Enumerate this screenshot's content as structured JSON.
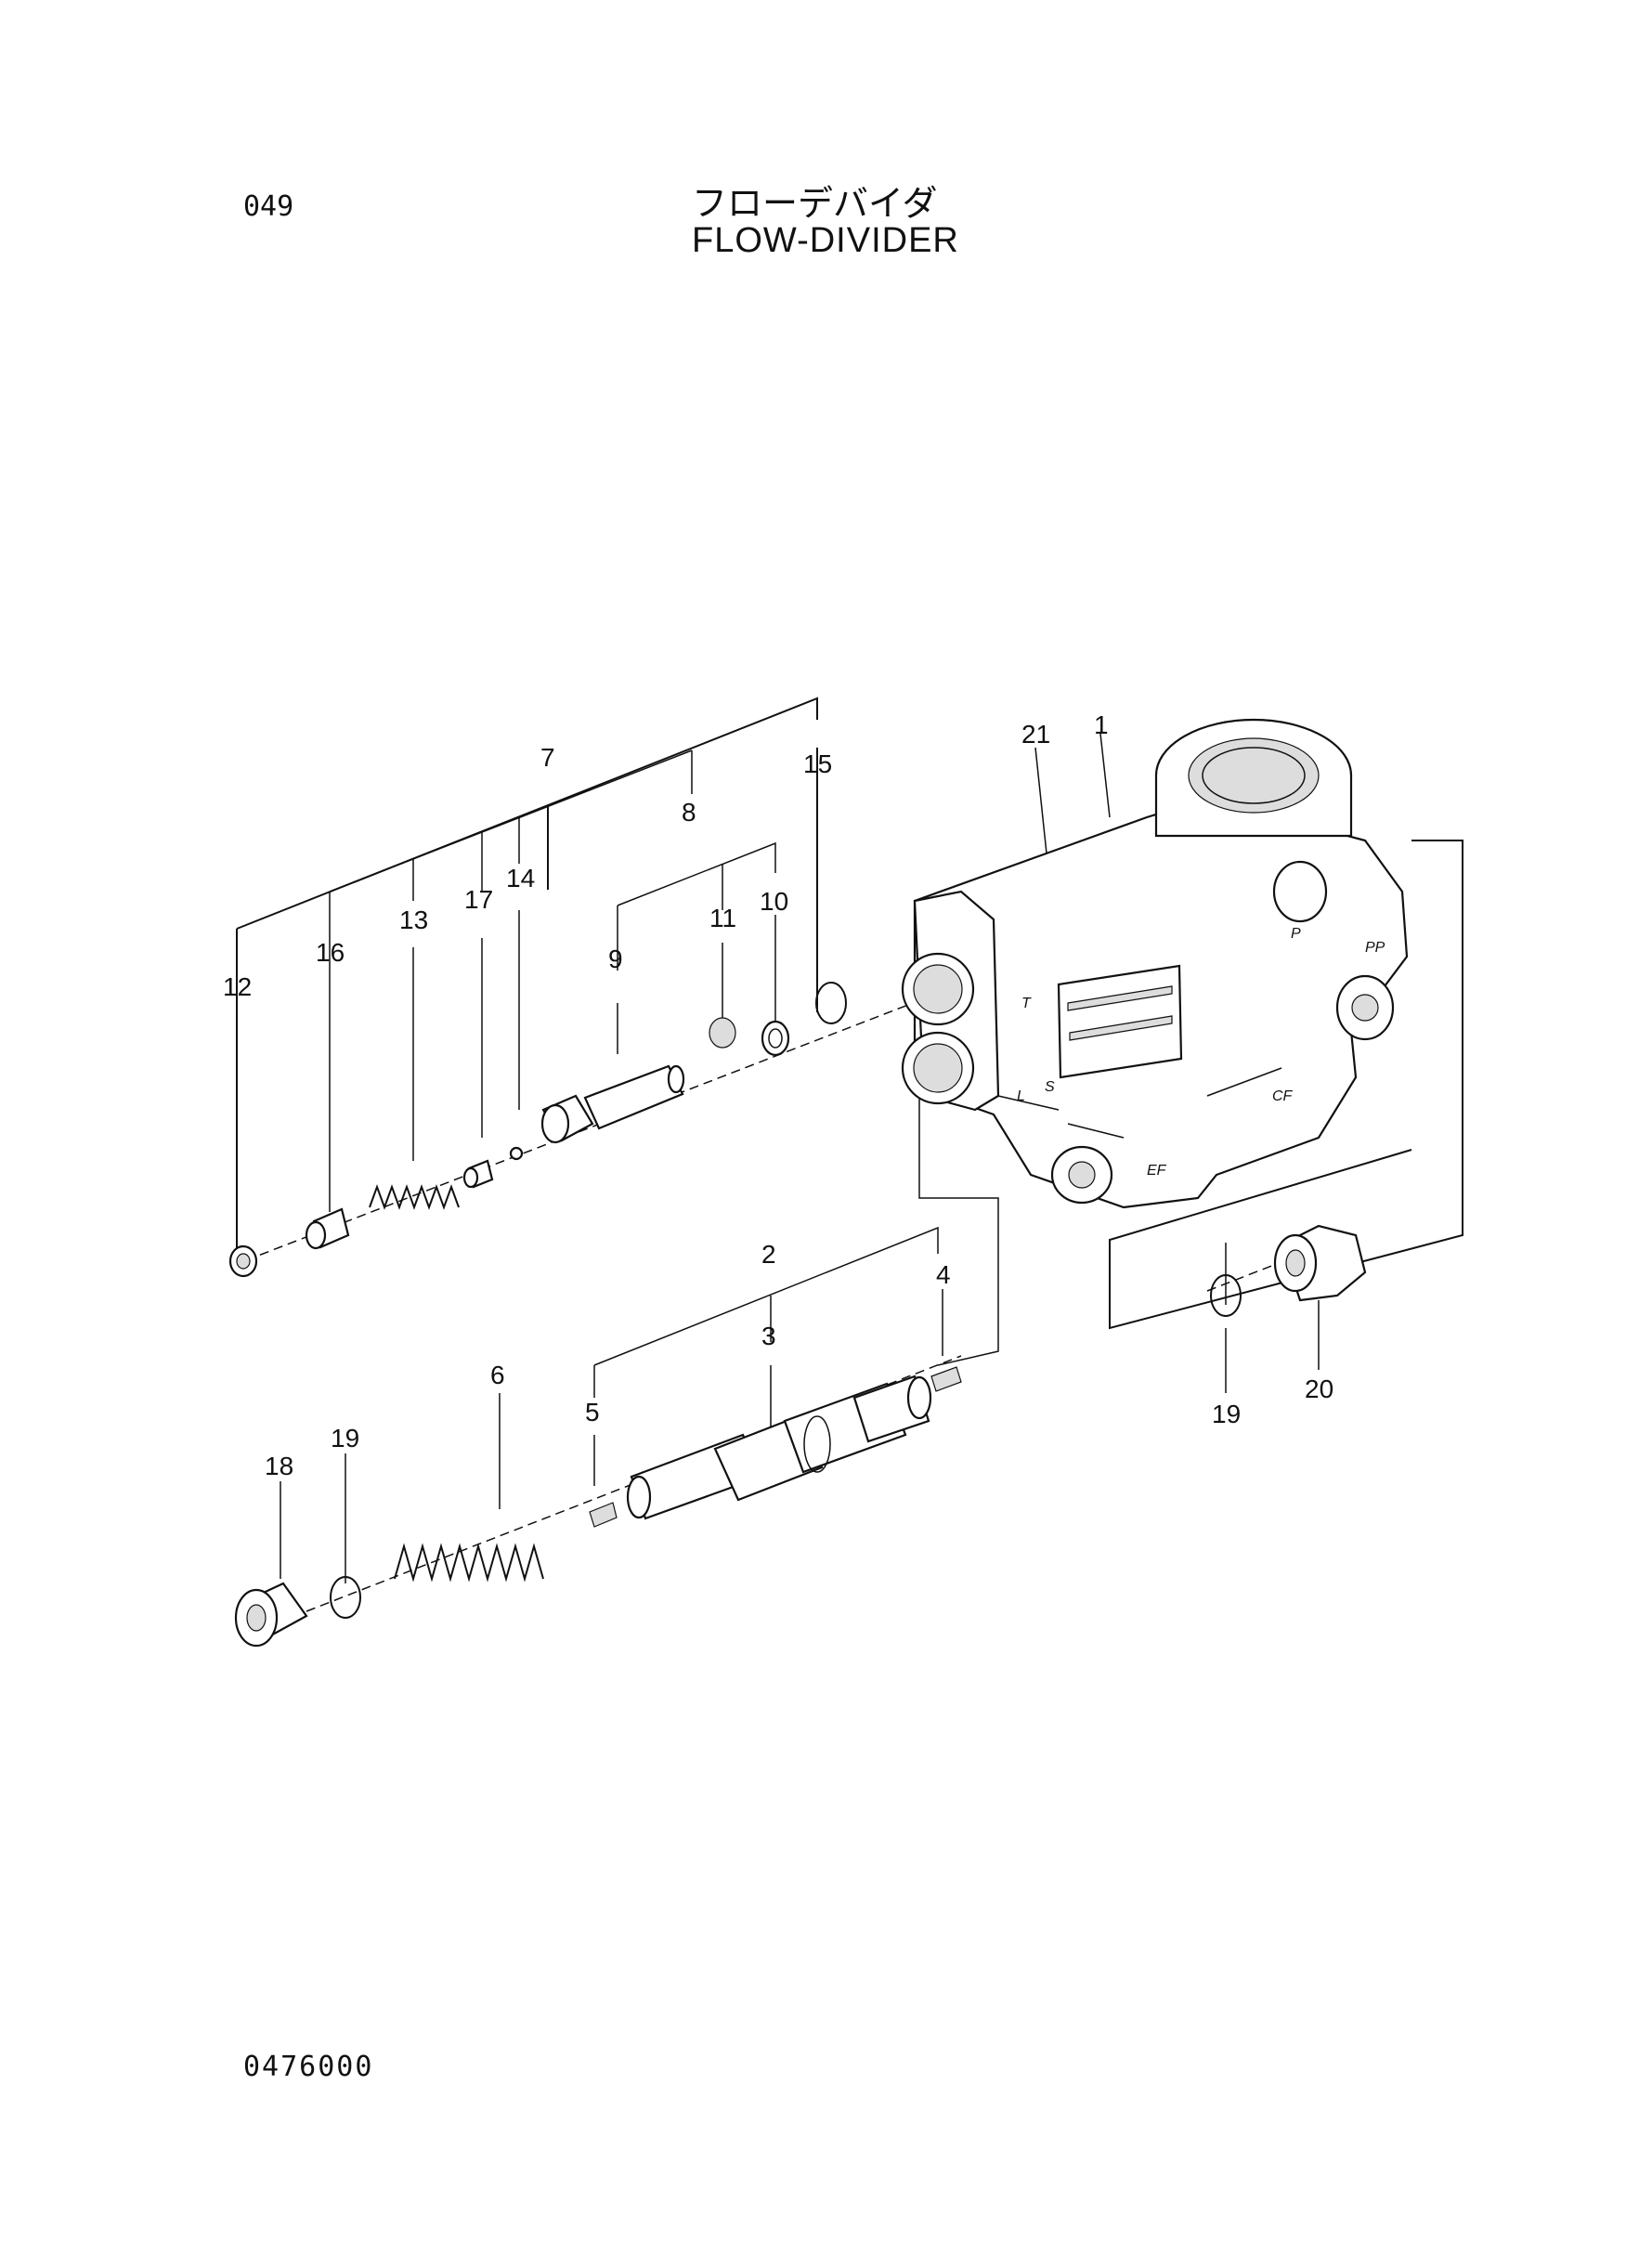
{
  "header": {
    "page_number": "049",
    "title_jp": "フローデバイダ",
    "title_en": "FLOW-DIVIDER"
  },
  "footer": {
    "drawing_code": "0476000"
  },
  "callouts": {
    "c1": "1",
    "c2": "2",
    "c3": "3",
    "c4": "4",
    "c5": "5",
    "c6": "6",
    "c7": "7",
    "c8": "8",
    "c9": "9",
    "c10": "10",
    "c11": "11",
    "c12": "12",
    "c13": "13",
    "c14": "14",
    "c15": "15",
    "c16": "16",
    "c17": "17",
    "c18": "18",
    "c19a": "19",
    "c19b": "19",
    "c20": "20",
    "c21": "21"
  },
  "ports": {
    "p": "P",
    "pp": "PP",
    "t": "T",
    "l": "L",
    "s": "S",
    "cf": "CF",
    "ef": "EF"
  }
}
